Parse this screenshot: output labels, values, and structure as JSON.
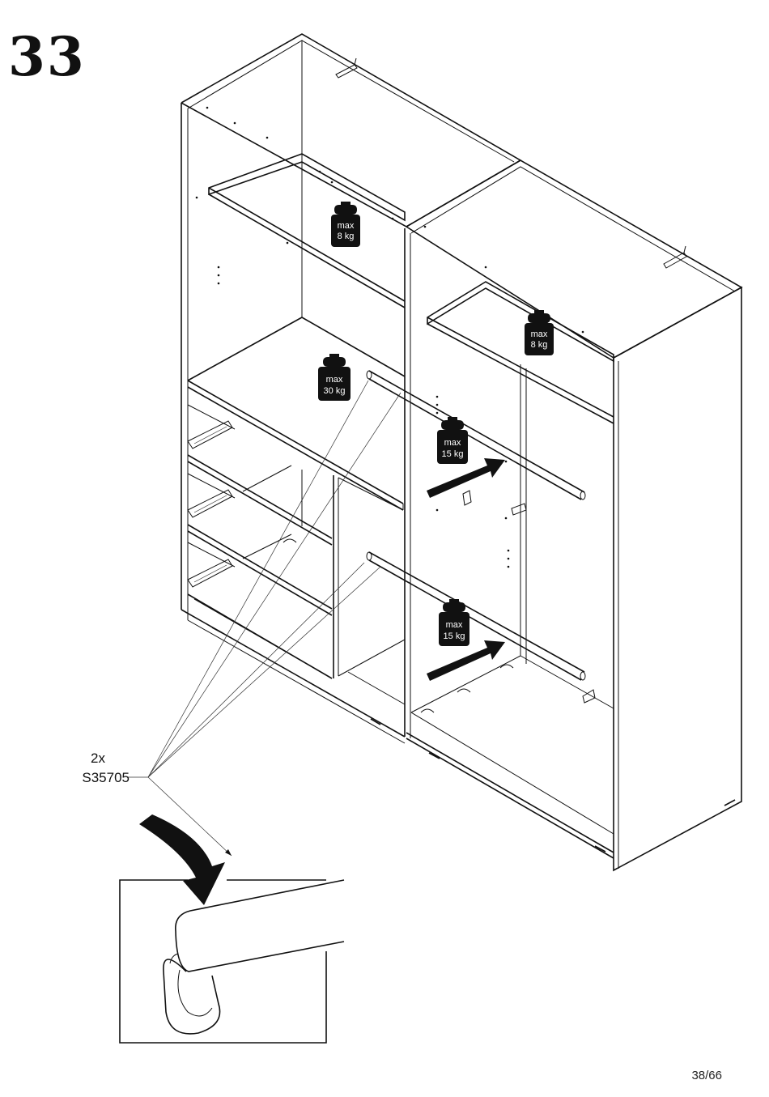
{
  "step": {
    "number": "33"
  },
  "page": {
    "number": "38/66"
  },
  "part_callout": {
    "quantity": "2x",
    "code": "S35705"
  },
  "weights": [
    {
      "line1": "max",
      "line2": "8 kg"
    },
    {
      "line1": "max",
      "line2": "8 kg"
    },
    {
      "line1": "max",
      "line2": "30 kg"
    },
    {
      "line1": "max",
      "line2": "15 kg"
    },
    {
      "line1": "max",
      "line2": "15 kg"
    }
  ],
  "colors": {
    "ink": "#111111",
    "paper": "#ffffff"
  },
  "icons": [
    "weight-icon",
    "arrow-icon",
    "rail-bracket-icon",
    "clothes-rail"
  ]
}
